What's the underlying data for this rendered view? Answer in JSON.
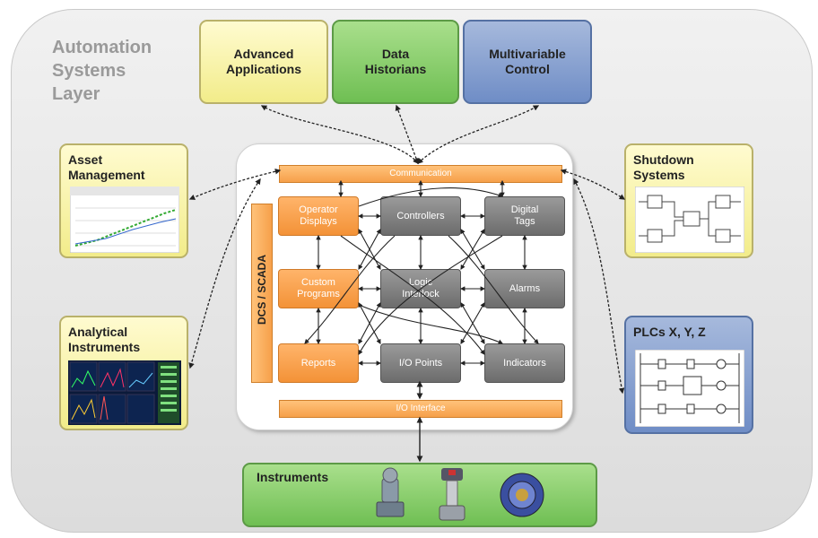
{
  "layer_title": "Automation\nSystems\nLayer",
  "top_boxes": [
    {
      "label": "Advanced\nApplications",
      "color": "#f5f0a0"
    },
    {
      "label": "Data\nHistorians",
      "color": "#82c765"
    },
    {
      "label": "Multivariable\nControl",
      "color": "#7d97cb"
    }
  ],
  "side_boxes": {
    "asset": "Asset\nManagement",
    "analytical": "Analytical\nInstruments",
    "shutdown": "Shutdown\nSystems",
    "plcs": "PLCs X, Y, Z"
  },
  "core": {
    "communication": "Communication",
    "io_interface": "I/O Interface",
    "dcs_label": "DCS / SCADA",
    "cells": [
      "Operator\nDisplays",
      "Controllers",
      "Digital\nTags",
      "Custom\nPrograms",
      "Logic\nInterlock",
      "Alarms",
      "Reports",
      "I/O Points",
      "Indicators"
    ]
  },
  "instruments_label": "Instruments",
  "colors": {
    "orange": "#f6a04a",
    "gray": "#7a7a7a",
    "yellow": "#f2ec8a",
    "green": "#6fbf53",
    "blue": "#6f8dc6"
  }
}
